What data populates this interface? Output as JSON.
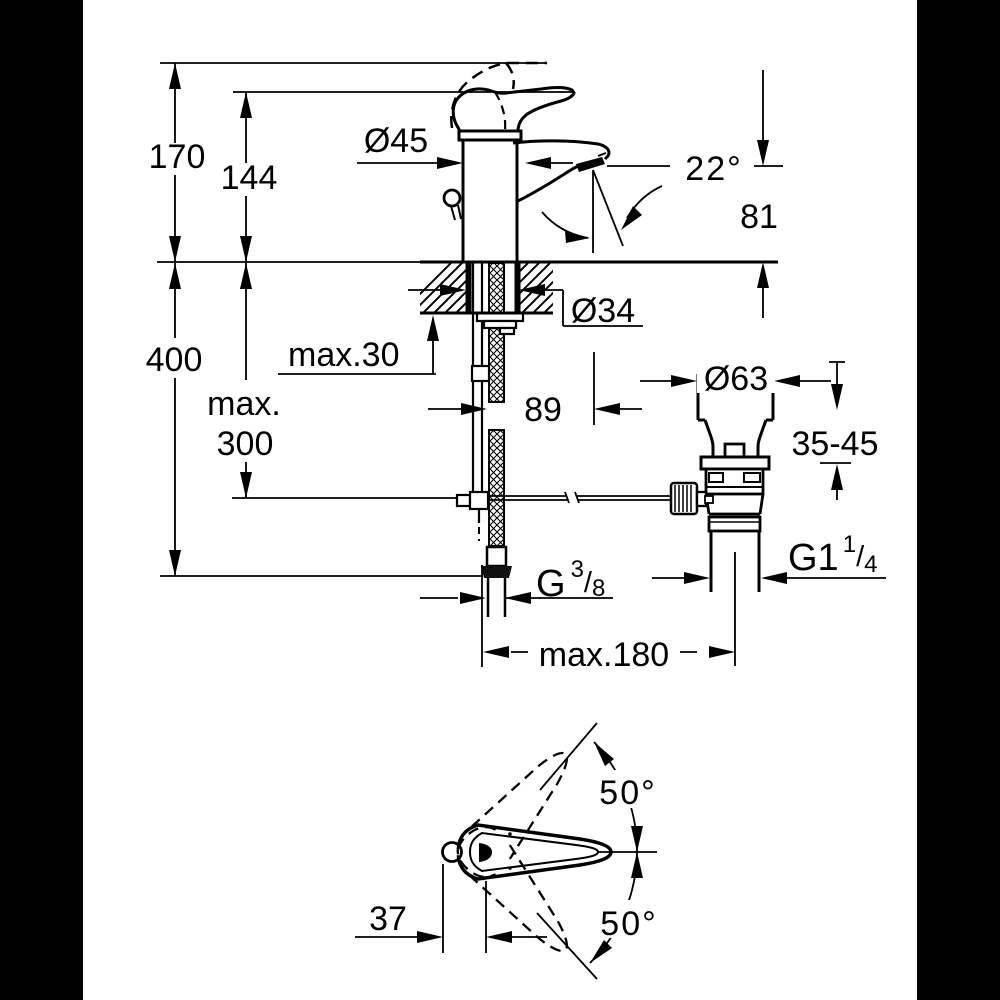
{
  "drawing": {
    "description": "Single-lever basin mixer installation dimension drawing with pop-up waste",
    "colors": {
      "ink": "#000000",
      "paper": "#ffffff",
      "letterbox": "#000000"
    },
    "labels": {
      "height_total": "170",
      "height_to_spout_top": "144",
      "body_diameter": "Ø45",
      "spout_angle": "22°",
      "spout_outlet_height": "81",
      "hose_length": "400",
      "rod_max_line1": "max.",
      "rod_max_line2": "300",
      "deck_max_thickness": "max.30",
      "deck_hole_diameter": "Ø34",
      "spout_reach": "89",
      "drain_flange_diameter": "Ø63",
      "clamp_range": "35-45",
      "drain_thread": {
        "base": "G1",
        "sup": "1",
        "slash": "/",
        "sub": "4"
      },
      "supply_thread": {
        "base": "G",
        "sup": "3",
        "slash": "/",
        "sub": "8"
      },
      "max_distance": "max.180",
      "handle_swing_top": "50°",
      "handle_swing_bottom": "50°",
      "handle_offset": "37"
    }
  }
}
